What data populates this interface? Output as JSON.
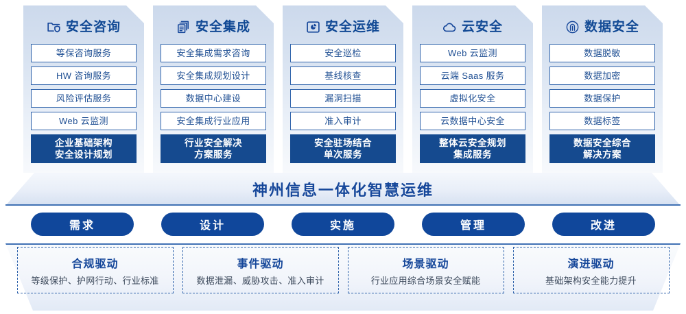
{
  "pillars": [
    {
      "icon": "folder-shield-icon",
      "title": "安全咨询",
      "services": [
        "等保咨询服务",
        "HW 咨询服务",
        "风险评估服务",
        "Web 云监测"
      ],
      "summary": [
        "企业基础架构",
        "安全设计规划"
      ]
    },
    {
      "icon": "documents-copy-icon",
      "title": "安全集成",
      "services": [
        "安全集成需求咨询",
        "安全集成规划设计",
        "数据中心建设",
        "安全集成行业应用"
      ],
      "summary": [
        "行业安全解决",
        "方案服务"
      ]
    },
    {
      "icon": "monitor-chart-icon",
      "title": "安全运维",
      "services": [
        "安全巡检",
        "基线核查",
        "漏洞扫描",
        "准入审计"
      ],
      "summary": [
        "安全驻场结合",
        "单次服务"
      ]
    },
    {
      "icon": "cloud-icon",
      "title": "云安全",
      "services": [
        "Web 云监测",
        "云端 Saas 服务",
        "虚拟化安全",
        "云数据中心安全"
      ],
      "summary": [
        "整体云安全规划",
        "集成服务"
      ]
    },
    {
      "icon": "fingerprint-icon",
      "title": "数据安全",
      "services": [
        "数据脱敏",
        "数据加密",
        "数据保护",
        "数据标签"
      ],
      "summary": [
        "数据安全综合",
        "解决方案"
      ]
    }
  ],
  "banner": {
    "text": "神州信息一体化智慧运维"
  },
  "stages": [
    {
      "label": "需求"
    },
    {
      "label": "设计"
    },
    {
      "label": "实施"
    },
    {
      "label": "管理"
    },
    {
      "label": "改进"
    }
  ],
  "drivers": [
    {
      "title": "合规驱动",
      "desc": "等级保护、护网行动、行业标准"
    },
    {
      "title": "事件驱动",
      "desc": "数据泄漏、威胁攻击、准入审计"
    },
    {
      "title": "场景驱动",
      "desc": "行业应用综合场景安全赋能"
    },
    {
      "title": "演进驱动",
      "desc": "基础架构安全能力提升"
    }
  ],
  "colors": {
    "brand_blue": "#16479a",
    "deep_blue": "#154a8f",
    "pill_blue": "#10479b",
    "border_blue": "#2f63ab",
    "text_blue": "#1f4f93",
    "card_top": "#ccd9ec",
    "card_bottom": "#f7f9fc"
  }
}
